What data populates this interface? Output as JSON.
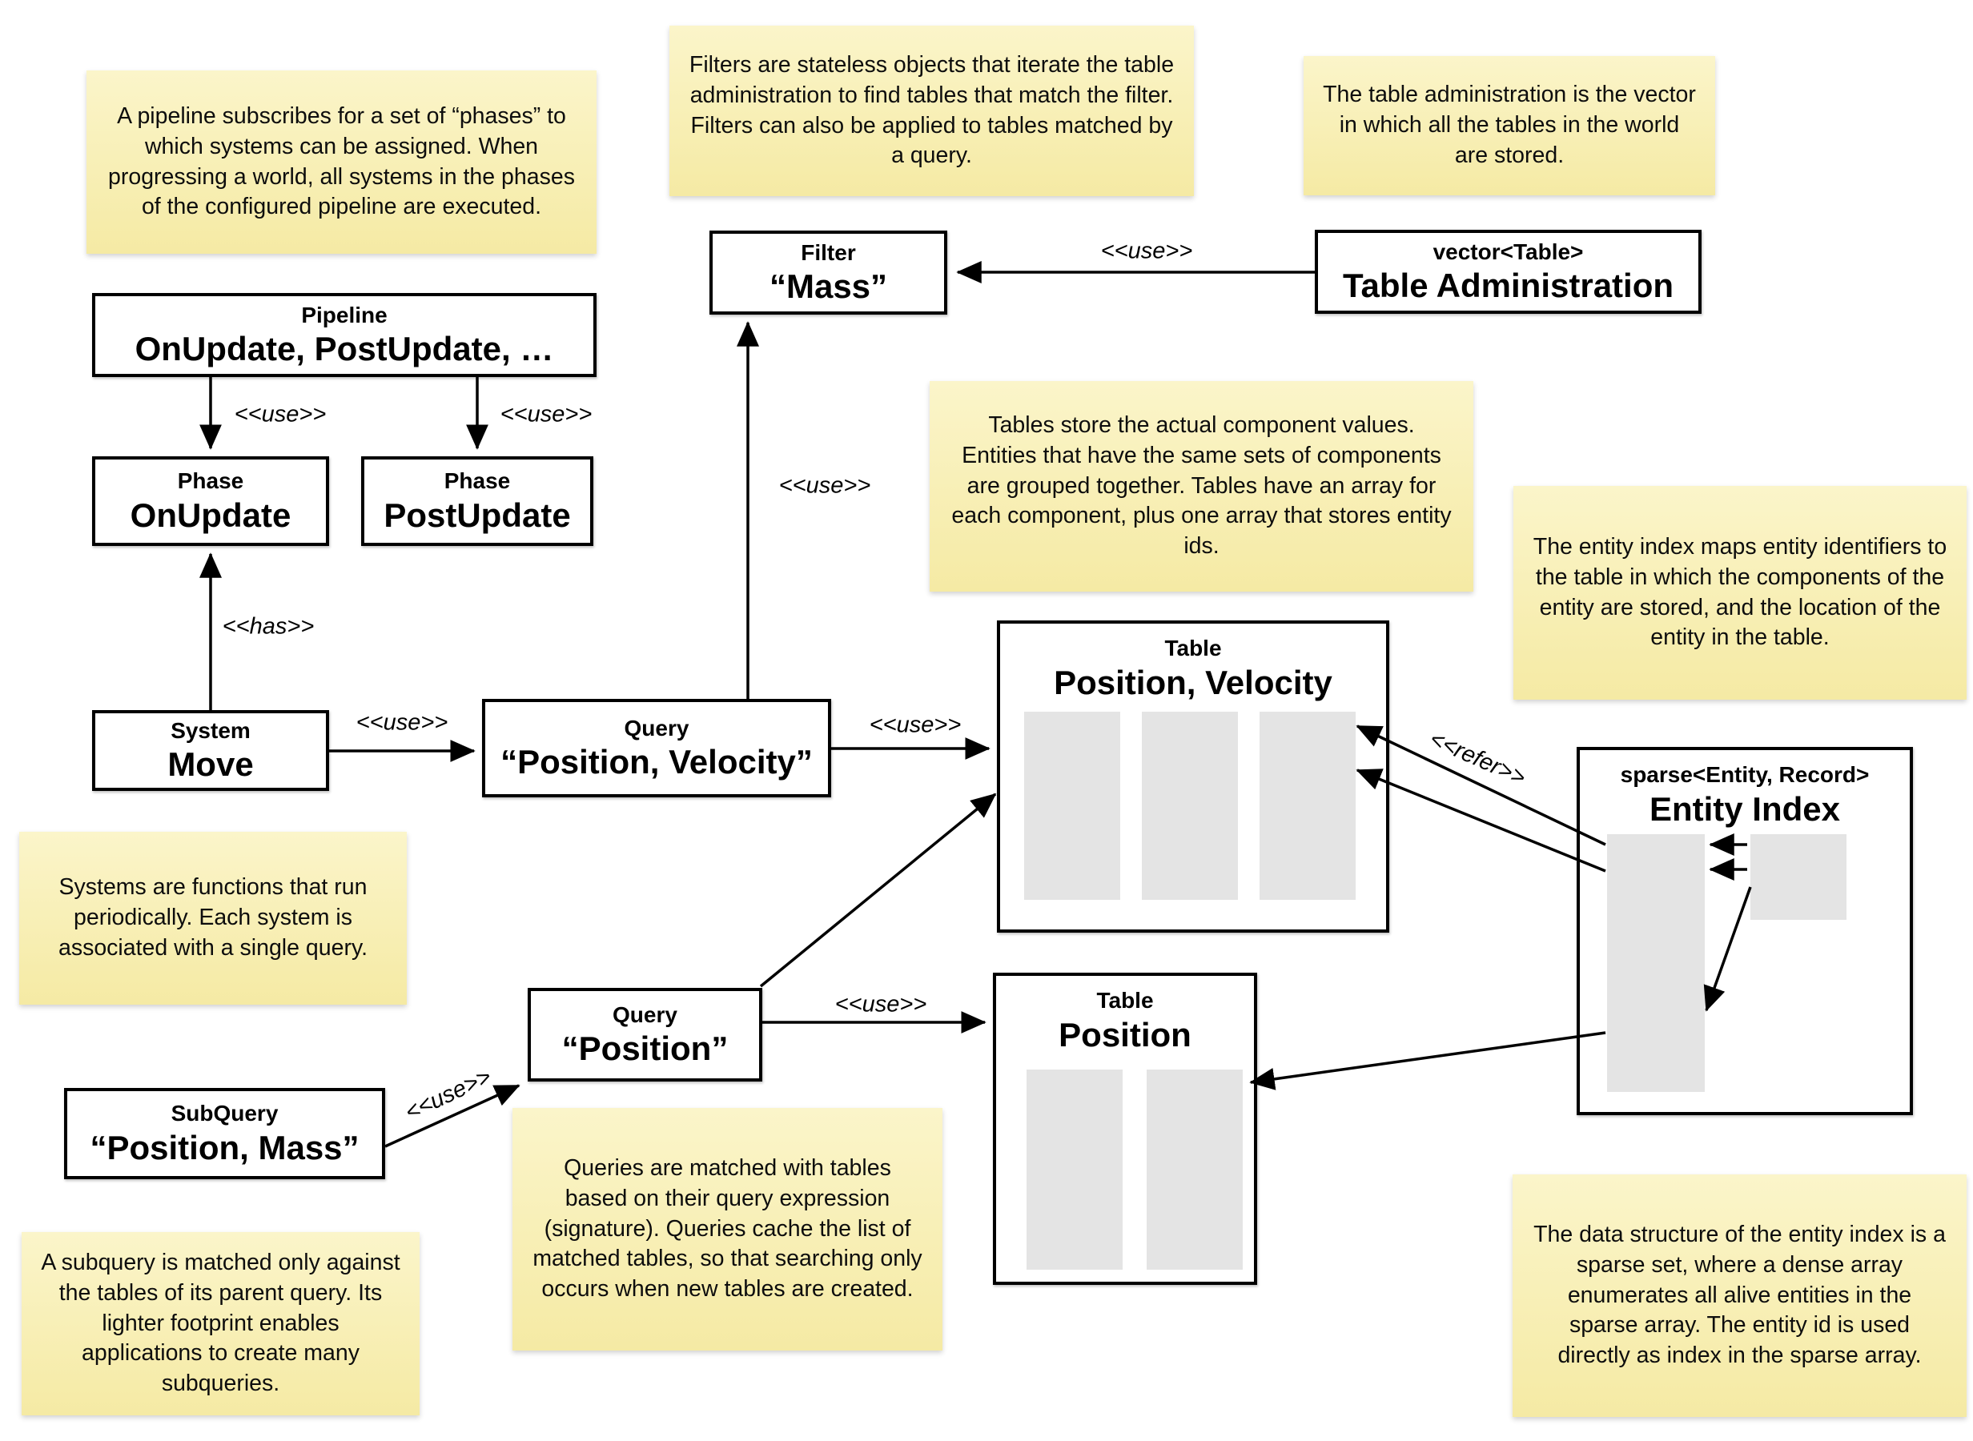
{
  "labels": {
    "use": "<<use>>",
    "has": "<<has>>",
    "refer": "<<refer>>"
  },
  "boxes": {
    "pipeline": {
      "title": "Pipeline",
      "body": "OnUpdate, PostUpdate, …"
    },
    "phase_onupdate": {
      "title": "Phase",
      "body": "OnUpdate"
    },
    "phase_postupdate": {
      "title": "Phase",
      "body": "PostUpdate"
    },
    "filter_mass": {
      "title": "Filter",
      "body": "“Mass”"
    },
    "table_admin": {
      "title": "vector<Table>",
      "body": "Table Administration"
    },
    "system_move": {
      "title": "System",
      "body": "Move"
    },
    "query_pos_vel": {
      "title": "Query",
      "body": "“Position, Velocity”"
    },
    "table_pos_vel": {
      "title": "Table",
      "body": "Position, Velocity"
    },
    "entity_index": {
      "title": "sparse<Entity, Record>",
      "body": "Entity Index"
    },
    "query_pos": {
      "title": "Query",
      "body": "“Position”"
    },
    "subquery": {
      "title": "SubQuery",
      "body": "“Position, Mass”"
    },
    "table_pos": {
      "title": "Table",
      "body": "Position"
    }
  },
  "notes": {
    "pipeline": "A pipeline subscribes for a set of “phases” to which systems can be assigned. When progressing a world, all systems in the phases of the configured pipeline are executed.",
    "filters": "Filters are stateless objects that iterate the table administration to find tables that match the filter. Filters can also be applied to tables matched by a query.",
    "table_admin": "The table administration is the vector in which all the tables in the world are stored.",
    "tables": "Tables store the actual component values. Entities that have the same sets of components are grouped together. Tables have an array for each component, plus one array that stores entity ids.",
    "entity_index": "The entity index maps entity identifiers to the table in which the components of the entity are stored, and the location of the entity in the table.",
    "systems": "Systems are functions that run periodically. Each system is associated with a single query.",
    "queries": "Queries are matched with tables based on their query expression (signature). Queries cache the list of matched tables, so that searching only occurs when new tables are created.",
    "subquery": "A subquery is matched only against the tables of its parent query. Its lighter footprint enables applications to create many subqueries.",
    "sparse_set": "The data structure of the entity index is a sparse set, where a dense array enumerates all alive entities in the sparse array. The entity id is used directly as index in the sparse array."
  },
  "colors": {
    "note_bg_top": "#FBF5CA",
    "note_bg_bottom": "#F5EAA4",
    "box_border": "#000000",
    "array_fill": "#E4E4E4",
    "background": "#FFFFFF"
  }
}
